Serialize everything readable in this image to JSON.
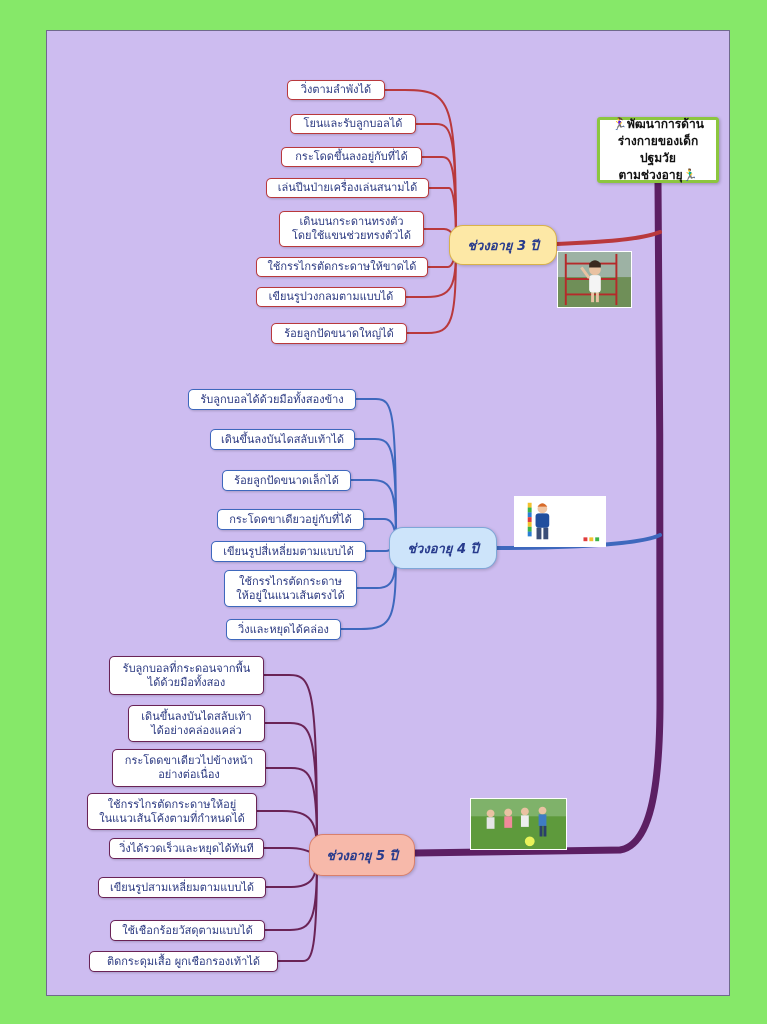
{
  "root": {
    "line1": "🏃‍♀️พัฒนาการด้าน",
    "line2": "ร่างกายของเด็กปฐมวัย",
    "line3": "ตามช่วงอายุ🏃‍♂️"
  },
  "branch_3": {
    "title": "ช่วงอายุ 3 ปี",
    "items": [
      "วิ่งตามลำพังได้",
      "โยนและรับลูกบอลได้",
      "กระโดดขึ้นลงอยู่กับที่ได้",
      "เล่นปีนป่ายเครื่องเล่นสนามได้",
      "เดินบนกระดานทรงตัว\nโดยใช้แขนช่วยทรงตัวได้",
      "ใช้กรรไกรตัดกระดาษให้ขาดได้",
      "เขียนรูปวงกลมตามแบบได้",
      "ร้อยลูกปัดขนาดใหญ่ได้"
    ]
  },
  "branch_4": {
    "title": "ช่วงอายุ 4 ปี",
    "items": [
      "รับลูกบอลได้ด้วยมือทั้งสองข้าง",
      "เดินขึ้นลงบันไดสลับเท้าได้",
      "ร้อยลูกปัดขนาดเล็กได้",
      "กระโดดขาเดียวอยู่กับที่ได้",
      "เขียนรูปสี่เหลี่ยมตามแบบได้",
      "ใช้กรรไกรตัดกระดาษ\nให้อยู่ในแนวเส้นตรงได้",
      "วิ่งและหยุดได้คล่อง"
    ]
  },
  "branch_5": {
    "title": "ช่วงอายุ 5 ปี",
    "items": [
      "รับลูกบอลที่กระดอนจากพื้น\nได้ด้วยมือทั้งสอง",
      "เดินขึ้นลงบันไดสลับเท้า\nได้อย่างคล่องแคล่ว",
      "กระโดดขาเดียวไปข้างหน้า\nอย่างต่อเนื่อง",
      "ใช้กรรไกรตัดกระดาษให้อยู่\nในแนวเส้นโค้งตามที่กำหนดได้",
      "วิ่งได้รวดเร็วและหยุดได้ทันที",
      "เขียนรูปสามเหลี่ยมตามแบบได้",
      "ใช้เชือกร้อยวัสดุตามแบบได้",
      "ติดกระดุมเสื้อ ผูกเชือกรองเท้าได้"
    ]
  },
  "colors": {
    "background": "#86e869",
    "canvas": "#cdbcf0",
    "trunk": "#5c1f63",
    "branch_3": "#b9393c",
    "branch_4": "#3e68bd",
    "branch_5": "#6a2356",
    "bubble_3": "#fde8a6",
    "bubble_4": "#cde4fa",
    "bubble_5": "#f7b9aa",
    "root_border": "#8cc63f"
  }
}
